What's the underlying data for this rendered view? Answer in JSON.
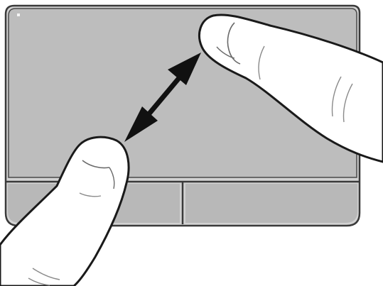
{
  "illustration": {
    "subject": "touchpad-pinch-zoom-gesture",
    "gesture": "pinch",
    "finger_count": 2,
    "arrow_direction": "bidirectional",
    "colors": {
      "background": "#ffffff",
      "touchpad_surface": "#bdbdbd",
      "touchpad_bevel": "#d2d2d2",
      "touchpad_outline": "#3a3a3a",
      "button_face": "#b8b8b8",
      "finger_fill": "#ffffff",
      "finger_outline": "#1a1a1a",
      "arrow": "#111111",
      "indicator_light": "#f4f4f4"
    },
    "components": {
      "touchpad": "touchpad-surface",
      "left_button": "touchpad-left-button",
      "right_button": "touchpad-right-button",
      "indicator": "touchpad-indicator-light",
      "upper_finger": "upper-right-finger",
      "lower_finger": "lower-left-finger",
      "arrow": "double-headed-arrow"
    }
  }
}
